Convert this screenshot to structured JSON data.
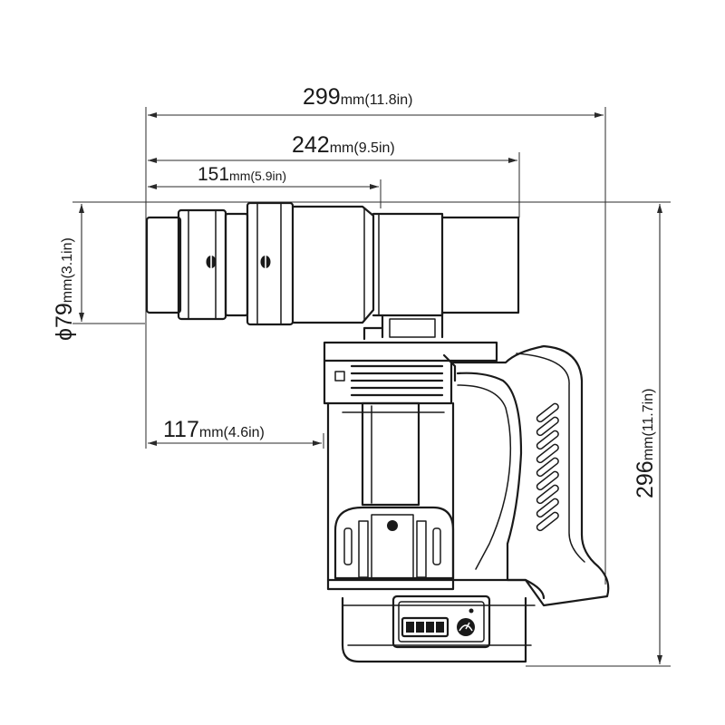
{
  "dimensions": {
    "overall_length": {
      "value": "299",
      "unit": "mm",
      "imperial": "(11.8in)"
    },
    "front_length": {
      "value": "242",
      "unit": "mm",
      "imperial": "(9.5in)"
    },
    "head_length": {
      "value": "151",
      "unit": "mm",
      "imperial": "(5.9in)"
    },
    "head_offset": {
      "value": "117",
      "unit": "mm",
      "imperial": "(4.6in)"
    },
    "head_diameter": {
      "value": "ϕ79",
      "unit": "mm",
      "imperial": "(3.1in)"
    },
    "overall_height": {
      "value": "296",
      "unit": "mm",
      "imperial": "(11.7in)"
    }
  },
  "colors": {
    "line": "#1a1a1a",
    "background": "#ffffff"
  }
}
